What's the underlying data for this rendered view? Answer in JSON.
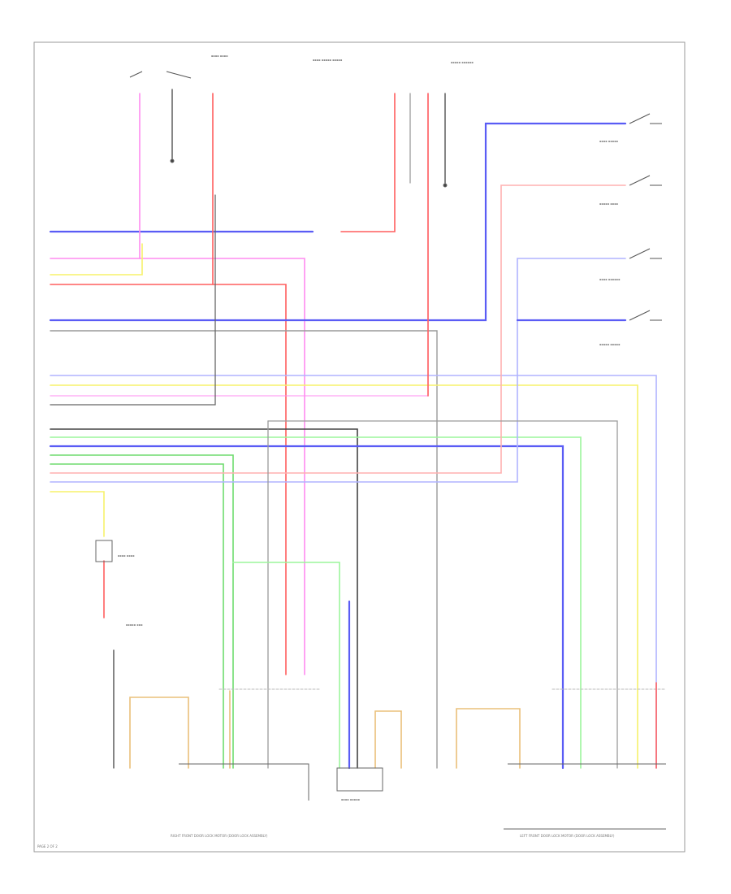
{
  "colors": {
    "blue": "#5a5cf5",
    "light_blue": "#b0b4ff",
    "pink": "#ff8cf0",
    "red": "#ff5f5f",
    "light_red": "#ffb0b0",
    "yellow": "#f7f26a",
    "light_green": "#9cf59c",
    "green": "#6edc6e",
    "gray": "#9a9a9a",
    "dark_gray": "#444444",
    "black": "#222222",
    "tan": "#eac07a",
    "frame": "#999999"
  },
  "labels": {
    "footer_right_front_door": "RIGHT FRONT DOOR LOCK MOTOR (DOOR LOCK ASSEMBLY)",
    "footer_left_front_door": "LEFT FRONT DOOR LOCK MOTOR (DOOR LOCK ASSEMBLY)",
    "page_number": "PAGE 2 OF 2"
  }
}
